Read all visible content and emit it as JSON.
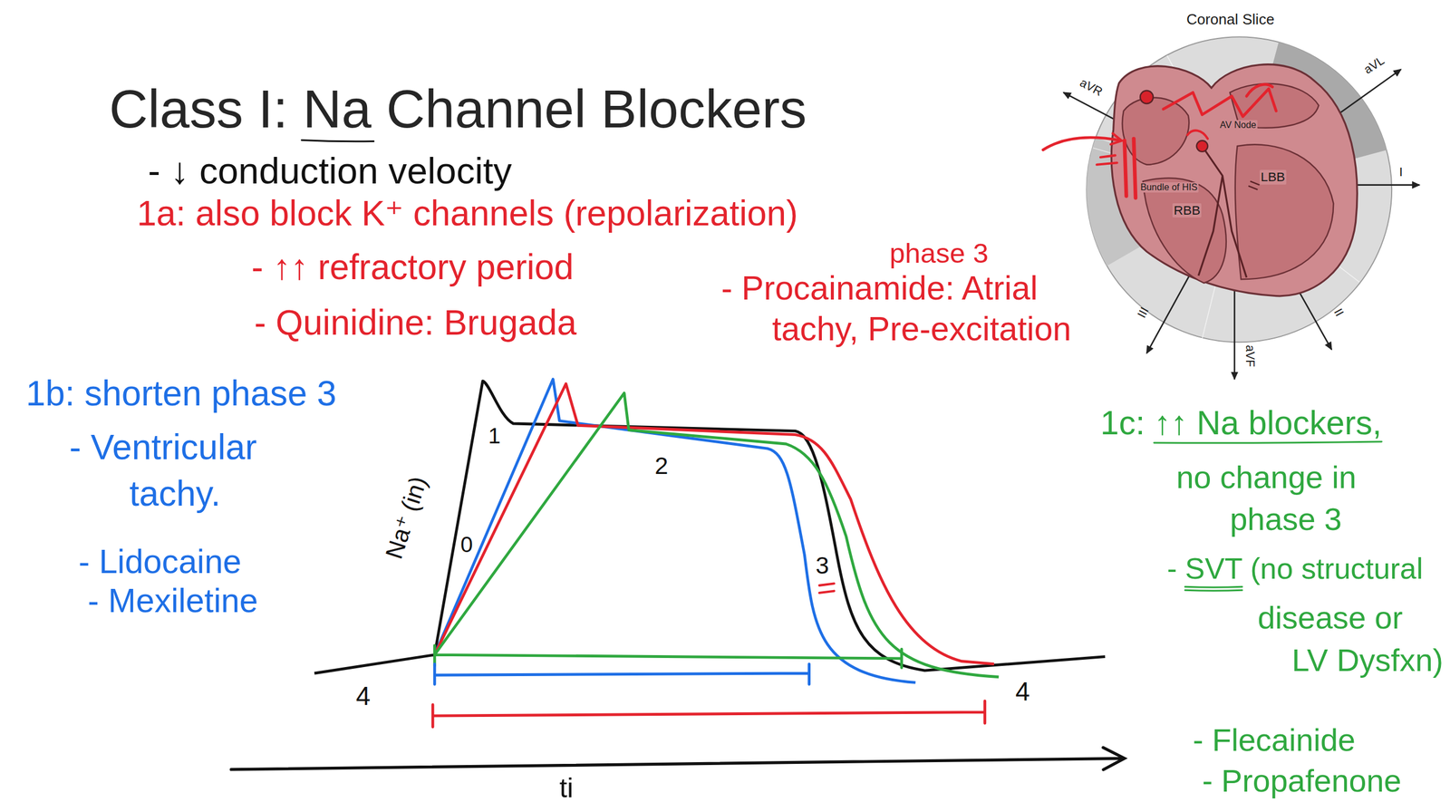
{
  "diagram": {
    "title": "Class I: Na Channel Blockers",
    "labels": [
      "- ↓ conduction velocity",
      "1a: also block K⁺ channels (repolarization)",
      "phase 3",
      "- ↑↑ refractory period",
      "- Quinidine: Brugada",
      "- Procainamide: Atrial",
      "tachy, Pre-excitation",
      "1b: shorten phase 3",
      "- Ventricular",
      "tachy.",
      "- Lidocaine",
      "- Mexiletine",
      "1c: ↑↑ Na blockers,",
      "no change in",
      "phase 3",
      "- SVT (no structural",
      "disease or",
      "LV Dysfxn)",
      "- Flecainide",
      "- Propafenone",
      "1",
      "2",
      "0",
      "Na⁺ (in)",
      "3",
      "4",
      "4",
      "ti",
      "Coronal Slice",
      "aVR",
      "aVL",
      "I",
      "II",
      "III",
      "aVF",
      "AV Node",
      "Bundle of HIS",
      "LBB",
      "RBB"
    ]
  }
}
